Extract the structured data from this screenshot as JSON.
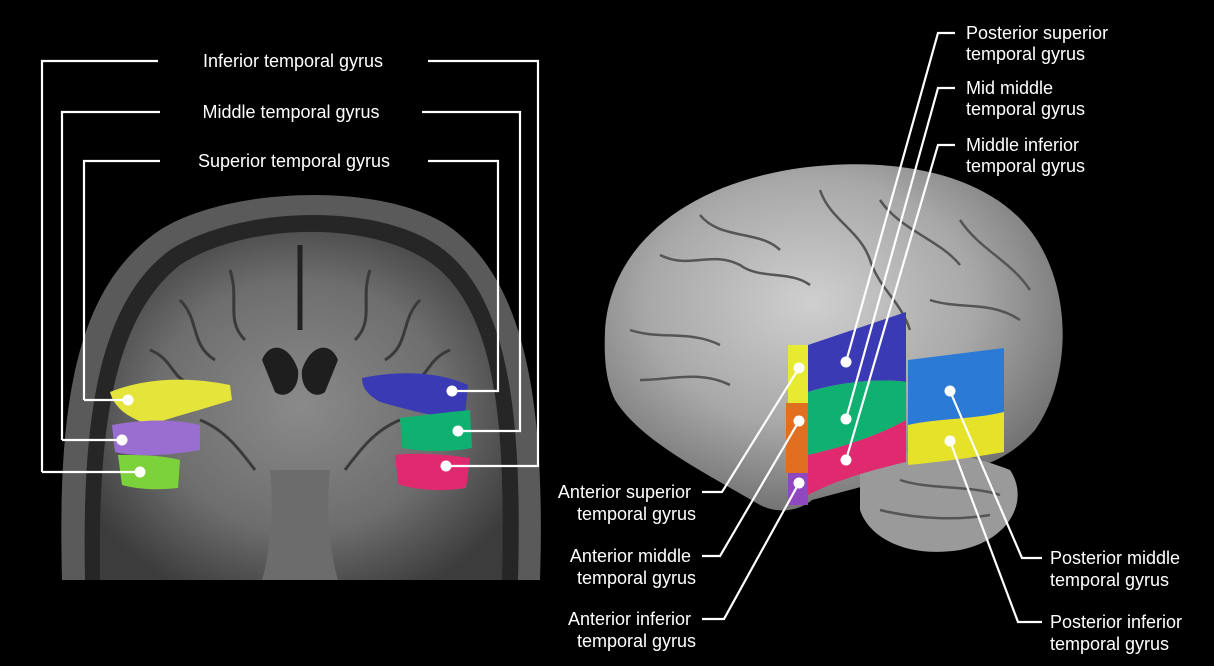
{
  "labels": {
    "inferior_temporal_gyrus": "Inferior temporal gyrus",
    "middle_temporal_gyrus": "Middle temporal gyrus",
    "superior_temporal_gyrus": "Superior temporal gyrus",
    "posterior_superior_temporal_gyrus": [
      "Posterior superior",
      "temporal gyrus"
    ],
    "mid_middle_temporal_gyrus": [
      "Mid middle",
      "temporal gyrus"
    ],
    "middle_inferior_temporal_gyrus": [
      "Middle inferior",
      "temporal gyrus"
    ],
    "anterior_superior_temporal_gyrus": [
      "Anterior superior",
      "temporal gyrus"
    ],
    "anterior_middle_temporal_gyrus": [
      "Anterior middle",
      "temporal gyrus"
    ],
    "anterior_inferior_temporal_gyrus": [
      "Anterior inferior",
      "temporal gyrus"
    ],
    "posterior_middle_temporal_gyrus": [
      "Posterior middle",
      "temporal gyrus"
    ],
    "posterior_inferior_temporal_gyrus": [
      "Posterior inferior",
      "temporal gyrus"
    ]
  },
  "colors": {
    "background": "#000000",
    "label_text": "#ffffff",
    "superior_region": "#3a3ab4",
    "middle_region": "#10b070",
    "inferior_region": "#e02a70",
    "left_superior_region": "#e4e43a",
    "left_middle_region": "#9a6ed0",
    "left_inferior_region": "#7cd23a",
    "posterior_middle_region": "#2a7ad6",
    "posterior_inferior_region": "#e6e22a",
    "anterior_superior_region": "#e6ea30",
    "anterior_middle_region": "#e07020",
    "anterior_inferior_region": "#9048c0"
  }
}
